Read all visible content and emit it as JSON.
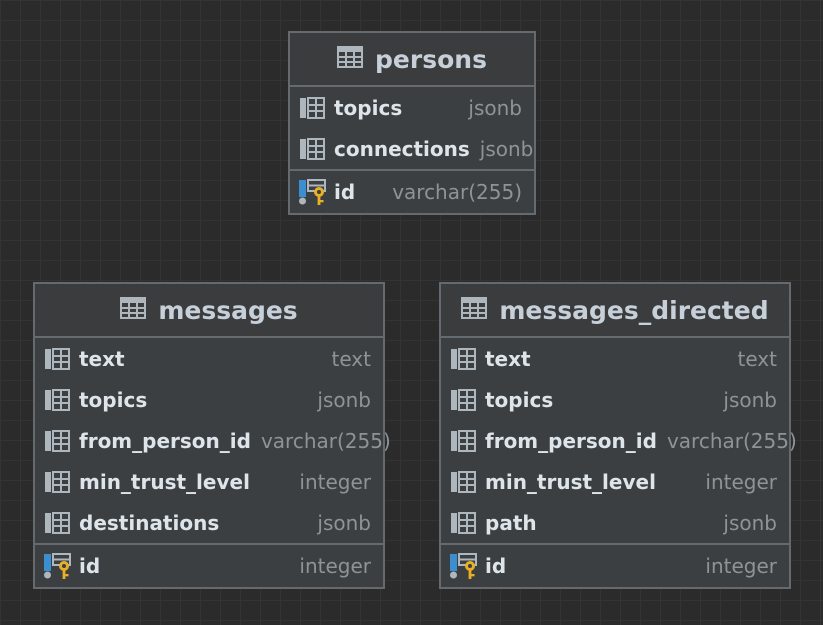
{
  "tables": {
    "persons": {
      "name": "persons",
      "columns": [
        {
          "name": "topics",
          "type": "jsonb"
        },
        {
          "name": "connections",
          "type": "jsonb"
        }
      ],
      "pk": {
        "name": "id",
        "type": "varchar(255)"
      }
    },
    "messages": {
      "name": "messages",
      "columns": [
        {
          "name": "text",
          "type": "text"
        },
        {
          "name": "topics",
          "type": "jsonb"
        },
        {
          "name": "from_person_id",
          "type": "varchar(255)"
        },
        {
          "name": "min_trust_level",
          "type": "integer"
        },
        {
          "name": "destinations",
          "type": "jsonb"
        }
      ],
      "pk": {
        "name": "id",
        "type": "integer"
      }
    },
    "messages_directed": {
      "name": "messages_directed",
      "columns": [
        {
          "name": "text",
          "type": "text"
        },
        {
          "name": "topics",
          "type": "jsonb"
        },
        {
          "name": "from_person_id",
          "type": "varchar(255)"
        },
        {
          "name": "min_trust_level",
          "type": "integer"
        },
        {
          "name": "path",
          "type": "jsonb"
        }
      ],
      "pk": {
        "name": "id",
        "type": "integer"
      }
    }
  },
  "icons": {
    "table": "table-icon",
    "column": "column-icon",
    "primary_key": "primary-key-icon"
  },
  "colors": {
    "background": "#2b2b2b",
    "entity_fill": "#3c3f41",
    "border": "#656a6e",
    "key": "#e8b024",
    "key_column": "#3b8fd1"
  }
}
